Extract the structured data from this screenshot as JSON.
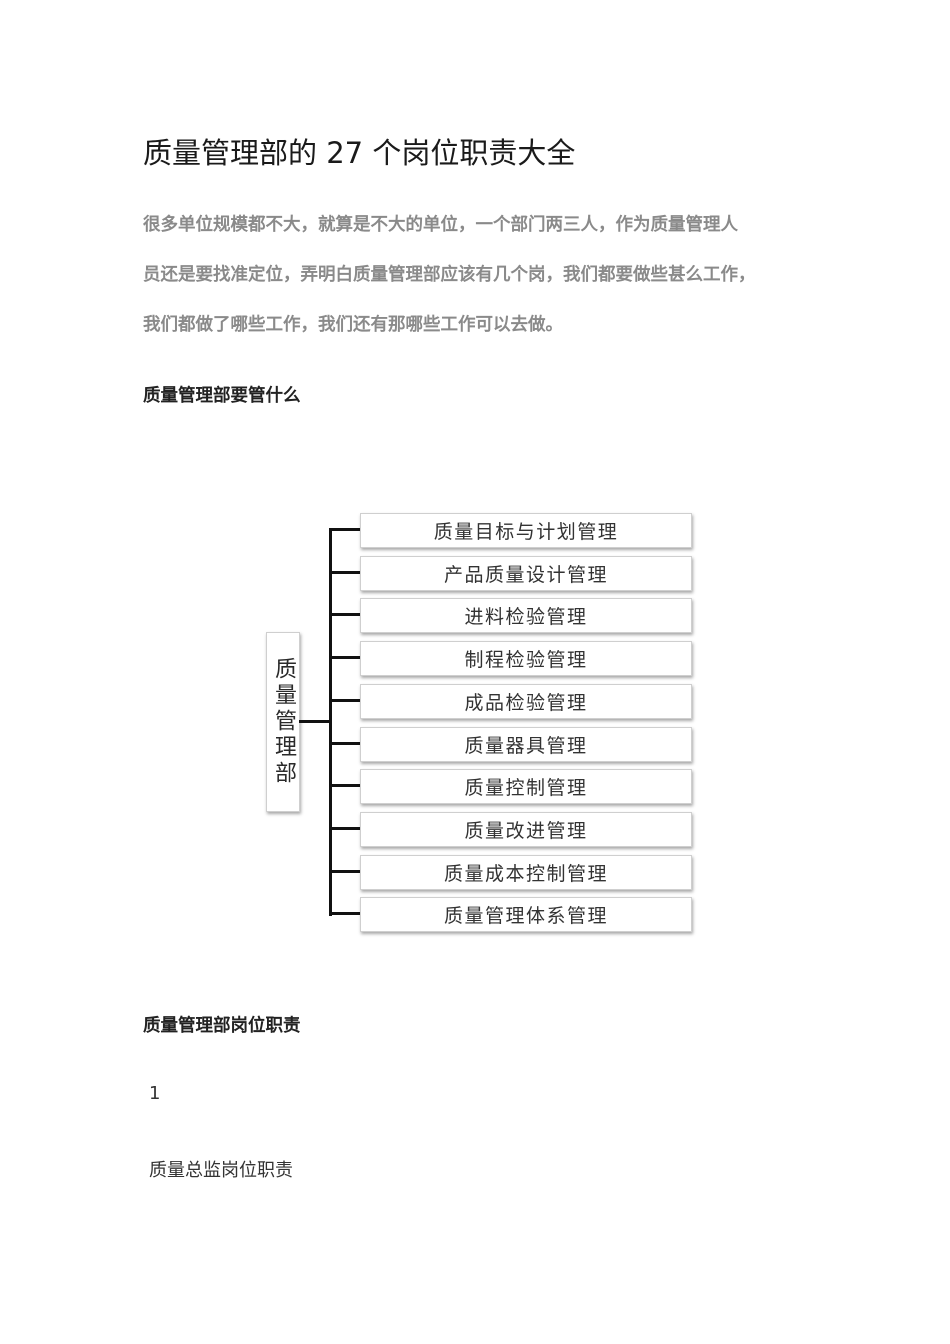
{
  "title": "质量管理部的 27 个岗位职责大全",
  "intro_lines": [
    "很多单位规模都不大，就算是不大的单位，一个部门两三人，作为质量管理人",
    "员还是要找准定位，弄明白质量管理部应该有几个岗，我们都要做些甚么工作，",
    "我们都做了哪些工作，我们还有那哪些工作可以去做。"
  ],
  "section1_heading": "质量管理部要管什么",
  "diagram": {
    "root": "质量管理部",
    "children": [
      "质量目标与计划管理",
      "产品质量设计管理",
      "进料检验管理",
      "制程检验管理",
      "成品检验管理",
      "质量器具管理",
      "质量控制管理",
      "质量改进管理",
      "质量成本控制管理",
      "质量管理体系管理"
    ]
  },
  "section2_heading": "质量管理部岗位职责",
  "item_number": "1",
  "item_title": "质量总监岗位职责"
}
